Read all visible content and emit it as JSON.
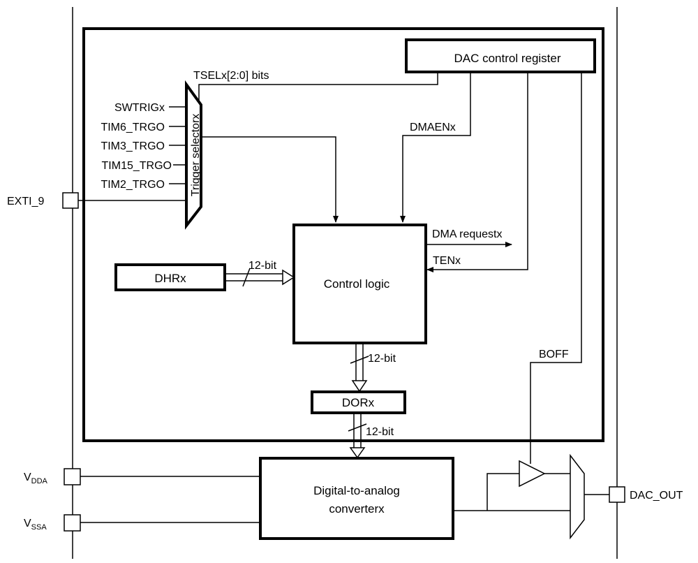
{
  "diagram": {
    "blocks": {
      "dac_control_register": "DAC control register",
      "trigger_selector": "Trigger selectorx",
      "control_logic": "Control logic",
      "dhr": "DHRx",
      "dor": "DORx",
      "dac_line1": "Digital-to-analog",
      "dac_line2": "converterx"
    },
    "signals": {
      "tsel": "TSELx[2:0] bits",
      "dmaen": "DMAENx",
      "dma_request": "DMA requestx",
      "ten": "TENx",
      "boff": "BOFF",
      "bits_dhr": "12-bit",
      "bits_control": "12-bit",
      "bits_dor": "12-bit"
    },
    "triggers": [
      "SWTRIGx",
      "TIM6_TRGO",
      "TIM3_TRGO",
      "TIM15_TRGO",
      "TIM2_TRGO"
    ],
    "pins": {
      "exti": "EXTI_9",
      "vdda_main": "V",
      "vdda_sub": "DDA",
      "vssa_main": "V",
      "vssa_sub": "SSA",
      "dac_out": "DAC_OUT"
    }
  }
}
